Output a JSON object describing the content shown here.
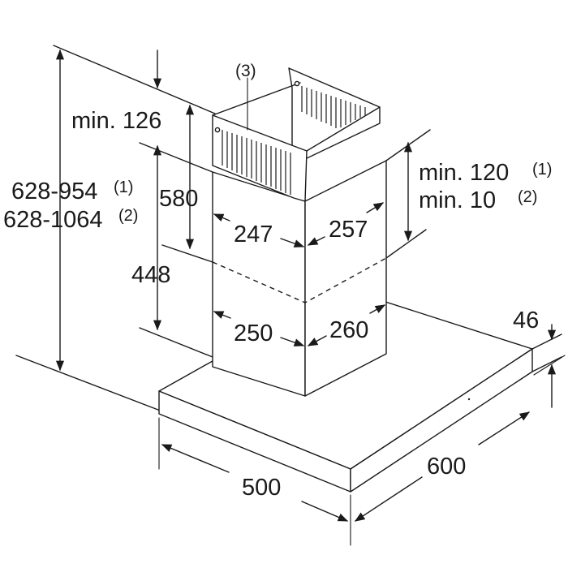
{
  "labels": {
    "part_ref": "(3)",
    "height_range_1": "628-954",
    "height_range_1_note": "(1)",
    "height_range_2": "628-1064",
    "height_range_2_note": "(2)",
    "min_top": "min. 126",
    "upper_chimney_height": "580",
    "lower_chimney_height": "448",
    "upper_width": "247",
    "upper_depth": "257",
    "lower_width": "250",
    "lower_depth": "260",
    "ceiling_clearance_1": "min. 120",
    "ceiling_clearance_1_note": "(1)",
    "ceiling_clearance_2": "min. 10",
    "ceiling_clearance_2_note": "(2)",
    "canopy_thickness": "46",
    "canopy_depth": "500",
    "canopy_width": "600"
  }
}
